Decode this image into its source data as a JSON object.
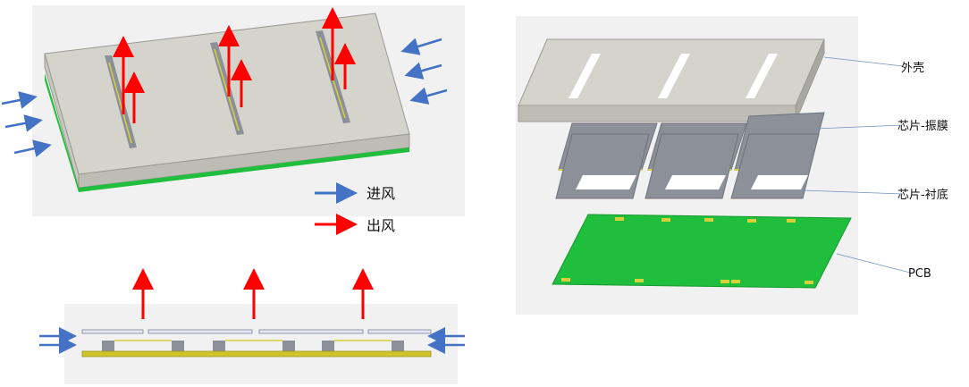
{
  "legend": {
    "inflow_label": "进风",
    "outflow_label": "出风",
    "inflow_color": "#4472c4",
    "outflow_color": "#ff0000"
  },
  "exploded_view": {
    "labels": {
      "housing": "外壳",
      "chip_membrane": "芯片-振膜",
      "chip_substrate": "芯片-衬底",
      "pcb": "PCB"
    }
  },
  "colors": {
    "housing": "#d4d4cd",
    "housing_side": "#bdbdb5",
    "pcb": "#1fbe3c",
    "chip": "#8c9099",
    "pad": "#d6d03a",
    "panel_bg": "#f1f1f1"
  }
}
